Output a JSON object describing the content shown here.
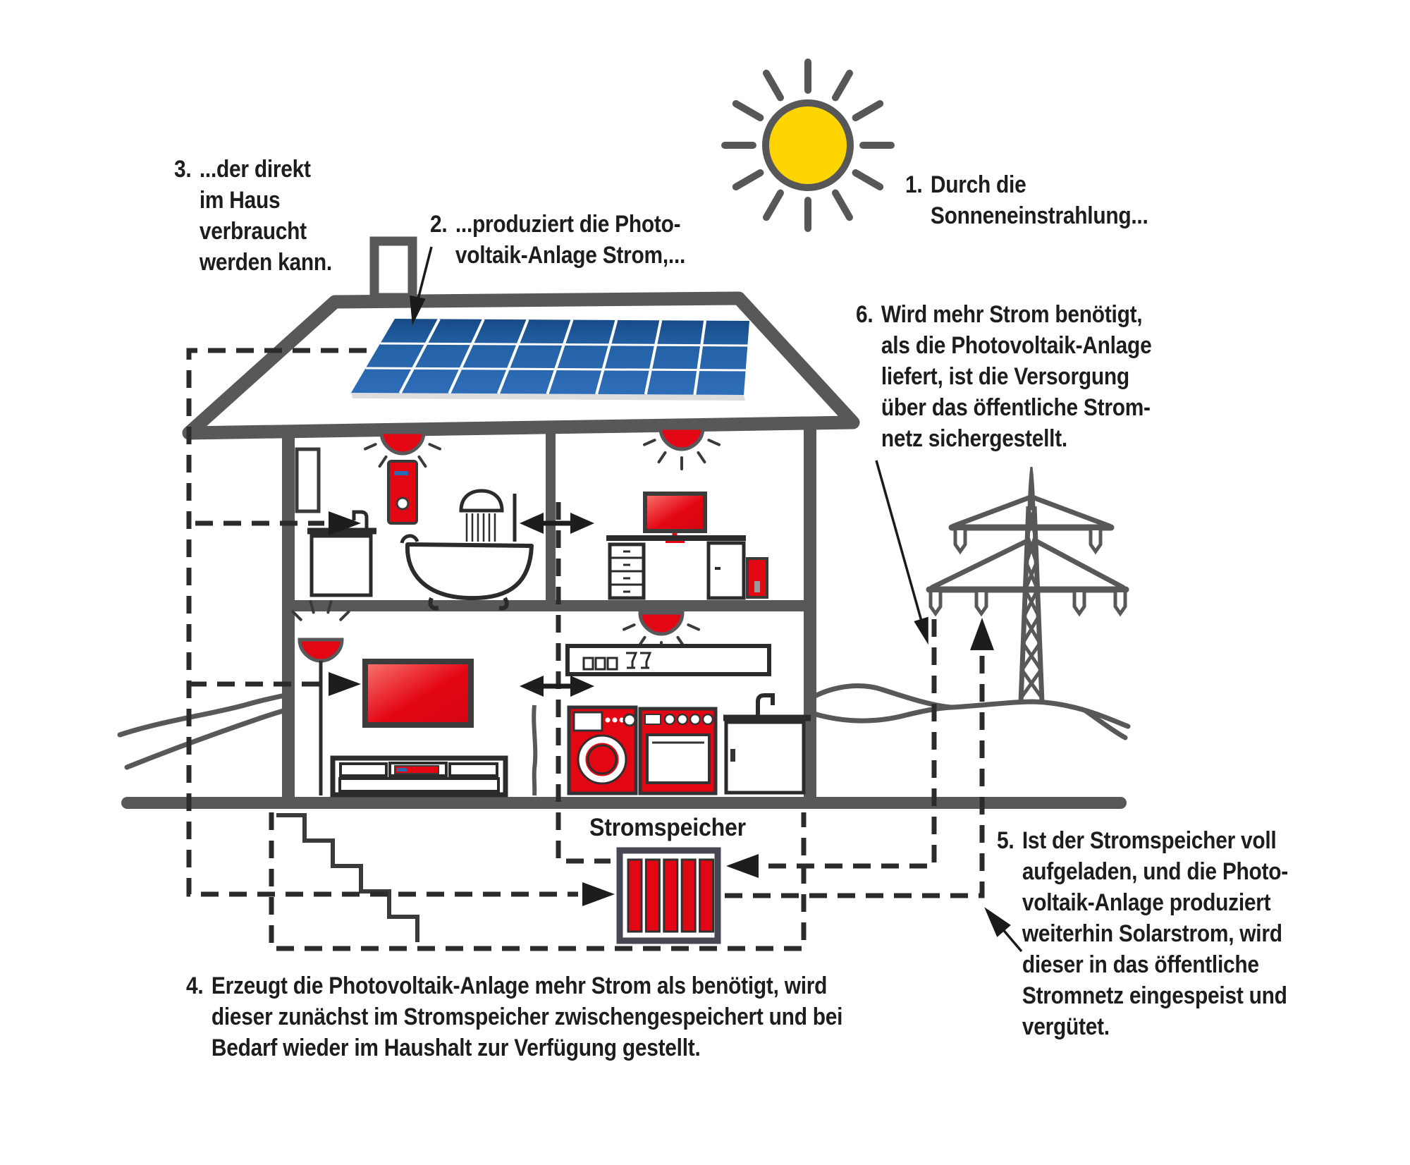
{
  "annotations": {
    "step1": {
      "num": "1.",
      "text": "Durch die\nSonneneinstrahlung..."
    },
    "step2": {
      "num": "2.",
      "text": "...produziert die Photo-\nvoltaik-Anlage Strom,..."
    },
    "step3": {
      "num": "3.",
      "text": "...der direkt\nim Haus\nverbraucht\nwerden kann."
    },
    "step4": {
      "num": "4.",
      "text": "Erzeugt die Photovoltaik-Anlage mehr Strom als benötigt, wird\ndieser zunächst im Stromspeicher zwischengespeichert und bei\nBedarf wieder im Haushalt zur Verfügung gestellt."
    },
    "step5": {
      "num": "5.",
      "text": "Ist der Stromspeicher voll\naufgeladen, und die Photo-\nvoltaik-Anlage produziert\nweiterhin Solarstrom, wird\ndieser in das öffentliche\nStromnetz eingespeist und\nvergütet."
    },
    "step6": {
      "num": "6.",
      "text": "Wird mehr Strom benötigt,\nals die Photovoltaik-Anlage\nliefert, ist die Versorgung\nüber das öffentliche Strom-\nnetz sichergestellt."
    }
  },
  "battery_label": "Stromspeicher",
  "colors": {
    "accent_red": "#e30613",
    "sun_yellow": "#ffd500",
    "panel_blue_dark": "#174a86",
    "panel_blue_light": "#2e6db8",
    "line_gray": "#58585a",
    "text_color": "#1d1d1b"
  }
}
